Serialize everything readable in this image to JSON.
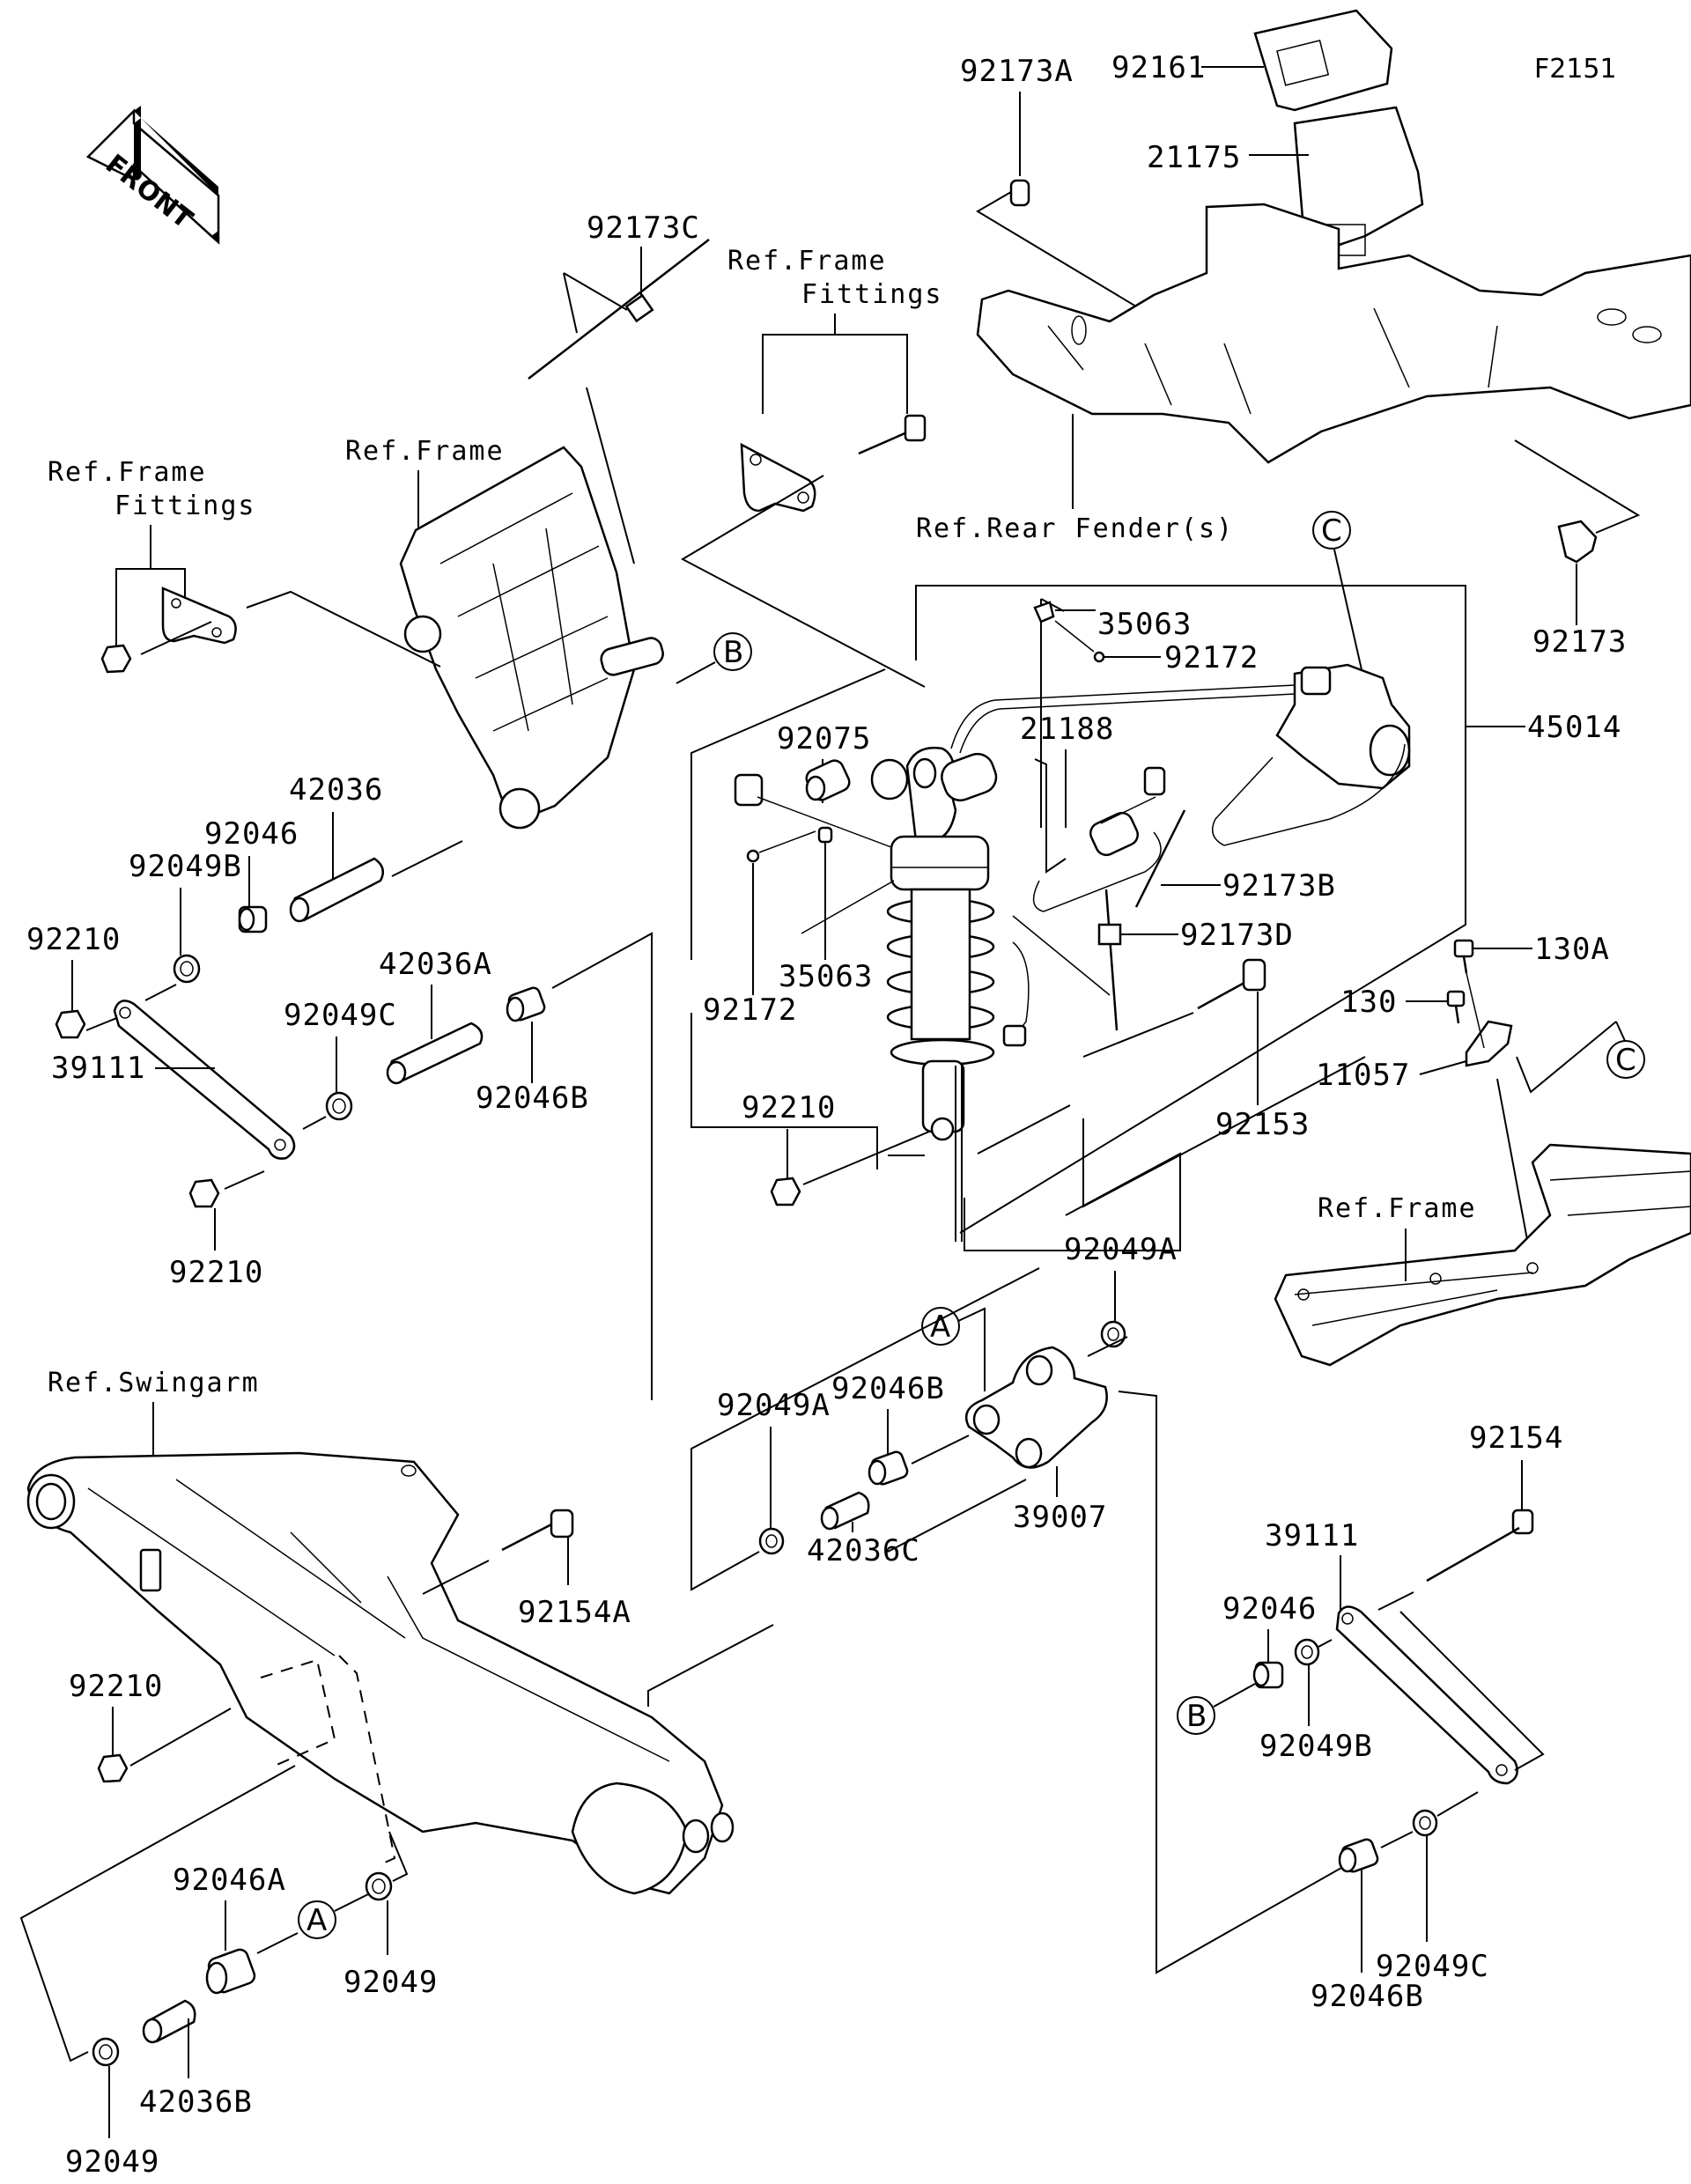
{
  "figure_id": "F2151",
  "front_arrow": {
    "label": "FRONT"
  },
  "callouts": {
    "c92161": "92161",
    "c92173A": "92173A",
    "c21175": "21175",
    "c92173C": "92173C",
    "c92173": "92173",
    "c35063_top": "35063",
    "c92172_top": "92172",
    "c45014": "45014",
    "c92075": "92075",
    "c21188": "21188",
    "c42036": "42036",
    "c92046_left": "92046",
    "c92049B_left": "92049B",
    "c92210_left": "92210",
    "c92173B": "92173B",
    "c92173D": "92173D",
    "c130A": "130A",
    "c42036A": "42036A",
    "c130": "130",
    "c92049C_left": "92049C",
    "c92172_mid": "92172",
    "c35063_mid": "35063",
    "c39111_left": "39111",
    "c92046B_left": "92046B",
    "c11057": "11057",
    "c92210_shock": "92210",
    "c92153": "92153",
    "c92210_lower": "92210",
    "c92049A_right": "92049A",
    "c92046B_center": "92046B",
    "c92049A_center": "92049A",
    "c92154": "92154",
    "c39007": "39007",
    "c42036C": "42036C",
    "c39111_right": "39111",
    "c92154A": "92154A",
    "c92046_right": "92046",
    "c92210_swingarm": "92210",
    "c92049B_right": "92049B",
    "c92046A": "92046A",
    "c92049_mid": "92049",
    "c92049C_right": "92049C",
    "c92046B_right": "92046B",
    "c42036B": "42036B",
    "c92049_bottom": "92049"
  },
  "references": {
    "frame_fittings_top_1": "Ref.Frame",
    "frame_fittings_top_2": "Fittings",
    "frame_top": "Ref.Frame",
    "frame_fittings_left_1": "Ref.Frame",
    "frame_fittings_left_2": "Fittings",
    "rear_fender": "Ref.Rear Fender(s)",
    "frame_right": "Ref.Frame",
    "swingarm": "Ref.Swingarm"
  },
  "connectors": {
    "A": "A",
    "B": "B",
    "C": "C"
  }
}
